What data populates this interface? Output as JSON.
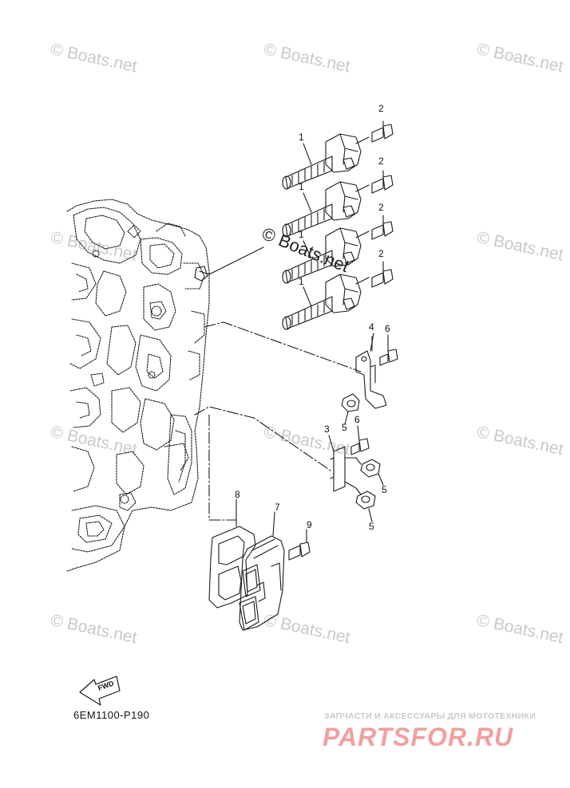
{
  "watermarks": {
    "text": "© Boats.net",
    "positions": [
      "top-left",
      "top-center",
      "top-right",
      "mid-left",
      "mid-center",
      "mid-right",
      "lower-left",
      "lower-center",
      "lower-right",
      "bottom-left",
      "bottom-center",
      "bottom-right"
    ]
  },
  "center_watermark": "© Boats.net",
  "callouts": {
    "c1a": "1",
    "c1b": "1",
    "c1c": "1",
    "c1d": "1",
    "c2a": "2",
    "c2b": "2",
    "c2c": "2",
    "c2d": "2",
    "c3": "3",
    "c4": "4",
    "c5a": "5",
    "c5b": "5",
    "c5c": "5",
    "c6a": "6",
    "c6b": "6",
    "c7": "7",
    "c8": "8",
    "c9": "9"
  },
  "fwd_label": "FWD",
  "diagram_code": "6EM1100-P190",
  "promo_text": "ЗАПЧАСТИ И АКСЕССУАРЫ ДЛЯ МОТОТЕХНИКИ",
  "brand_text": "PARTSFOR.RU",
  "colors": {
    "line": "#1a1a1a",
    "watermark": "#c9c9c9",
    "brand": "#f0a0a0"
  }
}
